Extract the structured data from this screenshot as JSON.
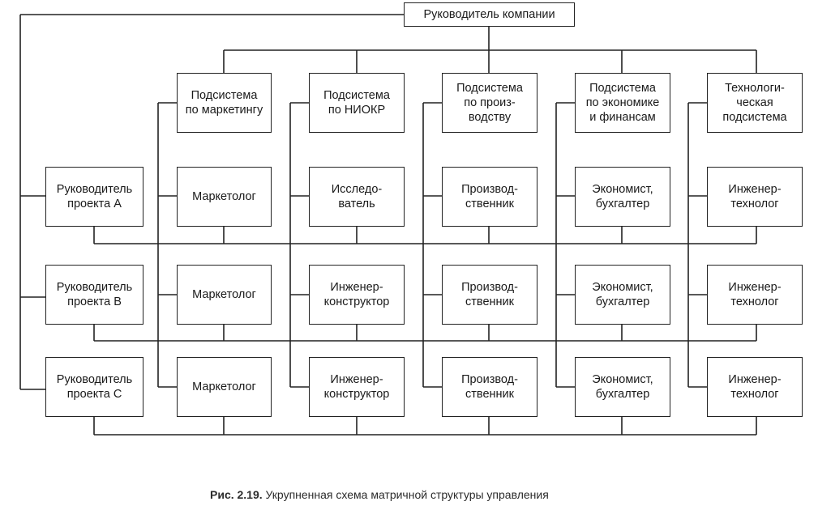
{
  "boss": {
    "label": "Руководитель компании"
  },
  "subsystems": [
    {
      "lines": [
        "Подсистема",
        "по маркетингу"
      ]
    },
    {
      "lines": [
        "Подсистема",
        "по НИОКР"
      ]
    },
    {
      "lines": [
        "Подсистема",
        "по произ-",
        "водству"
      ]
    },
    {
      "lines": [
        "Подсистема",
        "по экономике",
        "и финансам"
      ]
    },
    {
      "lines": [
        "Технологи-",
        "ческая",
        "подсистема"
      ]
    }
  ],
  "projects": [
    {
      "manager": [
        "Руководитель",
        "проекта А"
      ],
      "specialists": [
        [
          "Маркетолог"
        ],
        [
          "Исследо-",
          "ватель"
        ],
        [
          "Производ-",
          "ственник"
        ],
        [
          "Экономист,",
          "бухгалтер"
        ],
        [
          "Инженер-",
          "технолог"
        ]
      ]
    },
    {
      "manager": [
        "Руководитель",
        "проекта В"
      ],
      "specialists": [
        [
          "Маркетолог"
        ],
        [
          "Инженер-",
          "конструктор"
        ],
        [
          "Производ-",
          "ственник"
        ],
        [
          "Экономист,",
          "бухгалтер"
        ],
        [
          "Инженер-",
          "технолог"
        ]
      ]
    },
    {
      "manager": [
        "Руководитель",
        "проекта С"
      ],
      "specialists": [
        [
          "Маркетолог"
        ],
        [
          "Инженер-",
          "конструктор"
        ],
        [
          "Производ-",
          "ственник"
        ],
        [
          "Экономист,",
          "бухгалтер"
        ],
        [
          "Инженер-",
          "технолог"
        ]
      ]
    }
  ],
  "caption": {
    "label": "Рис. 2.19.",
    "text": "Укрупненная схема матричной структуры управления"
  }
}
